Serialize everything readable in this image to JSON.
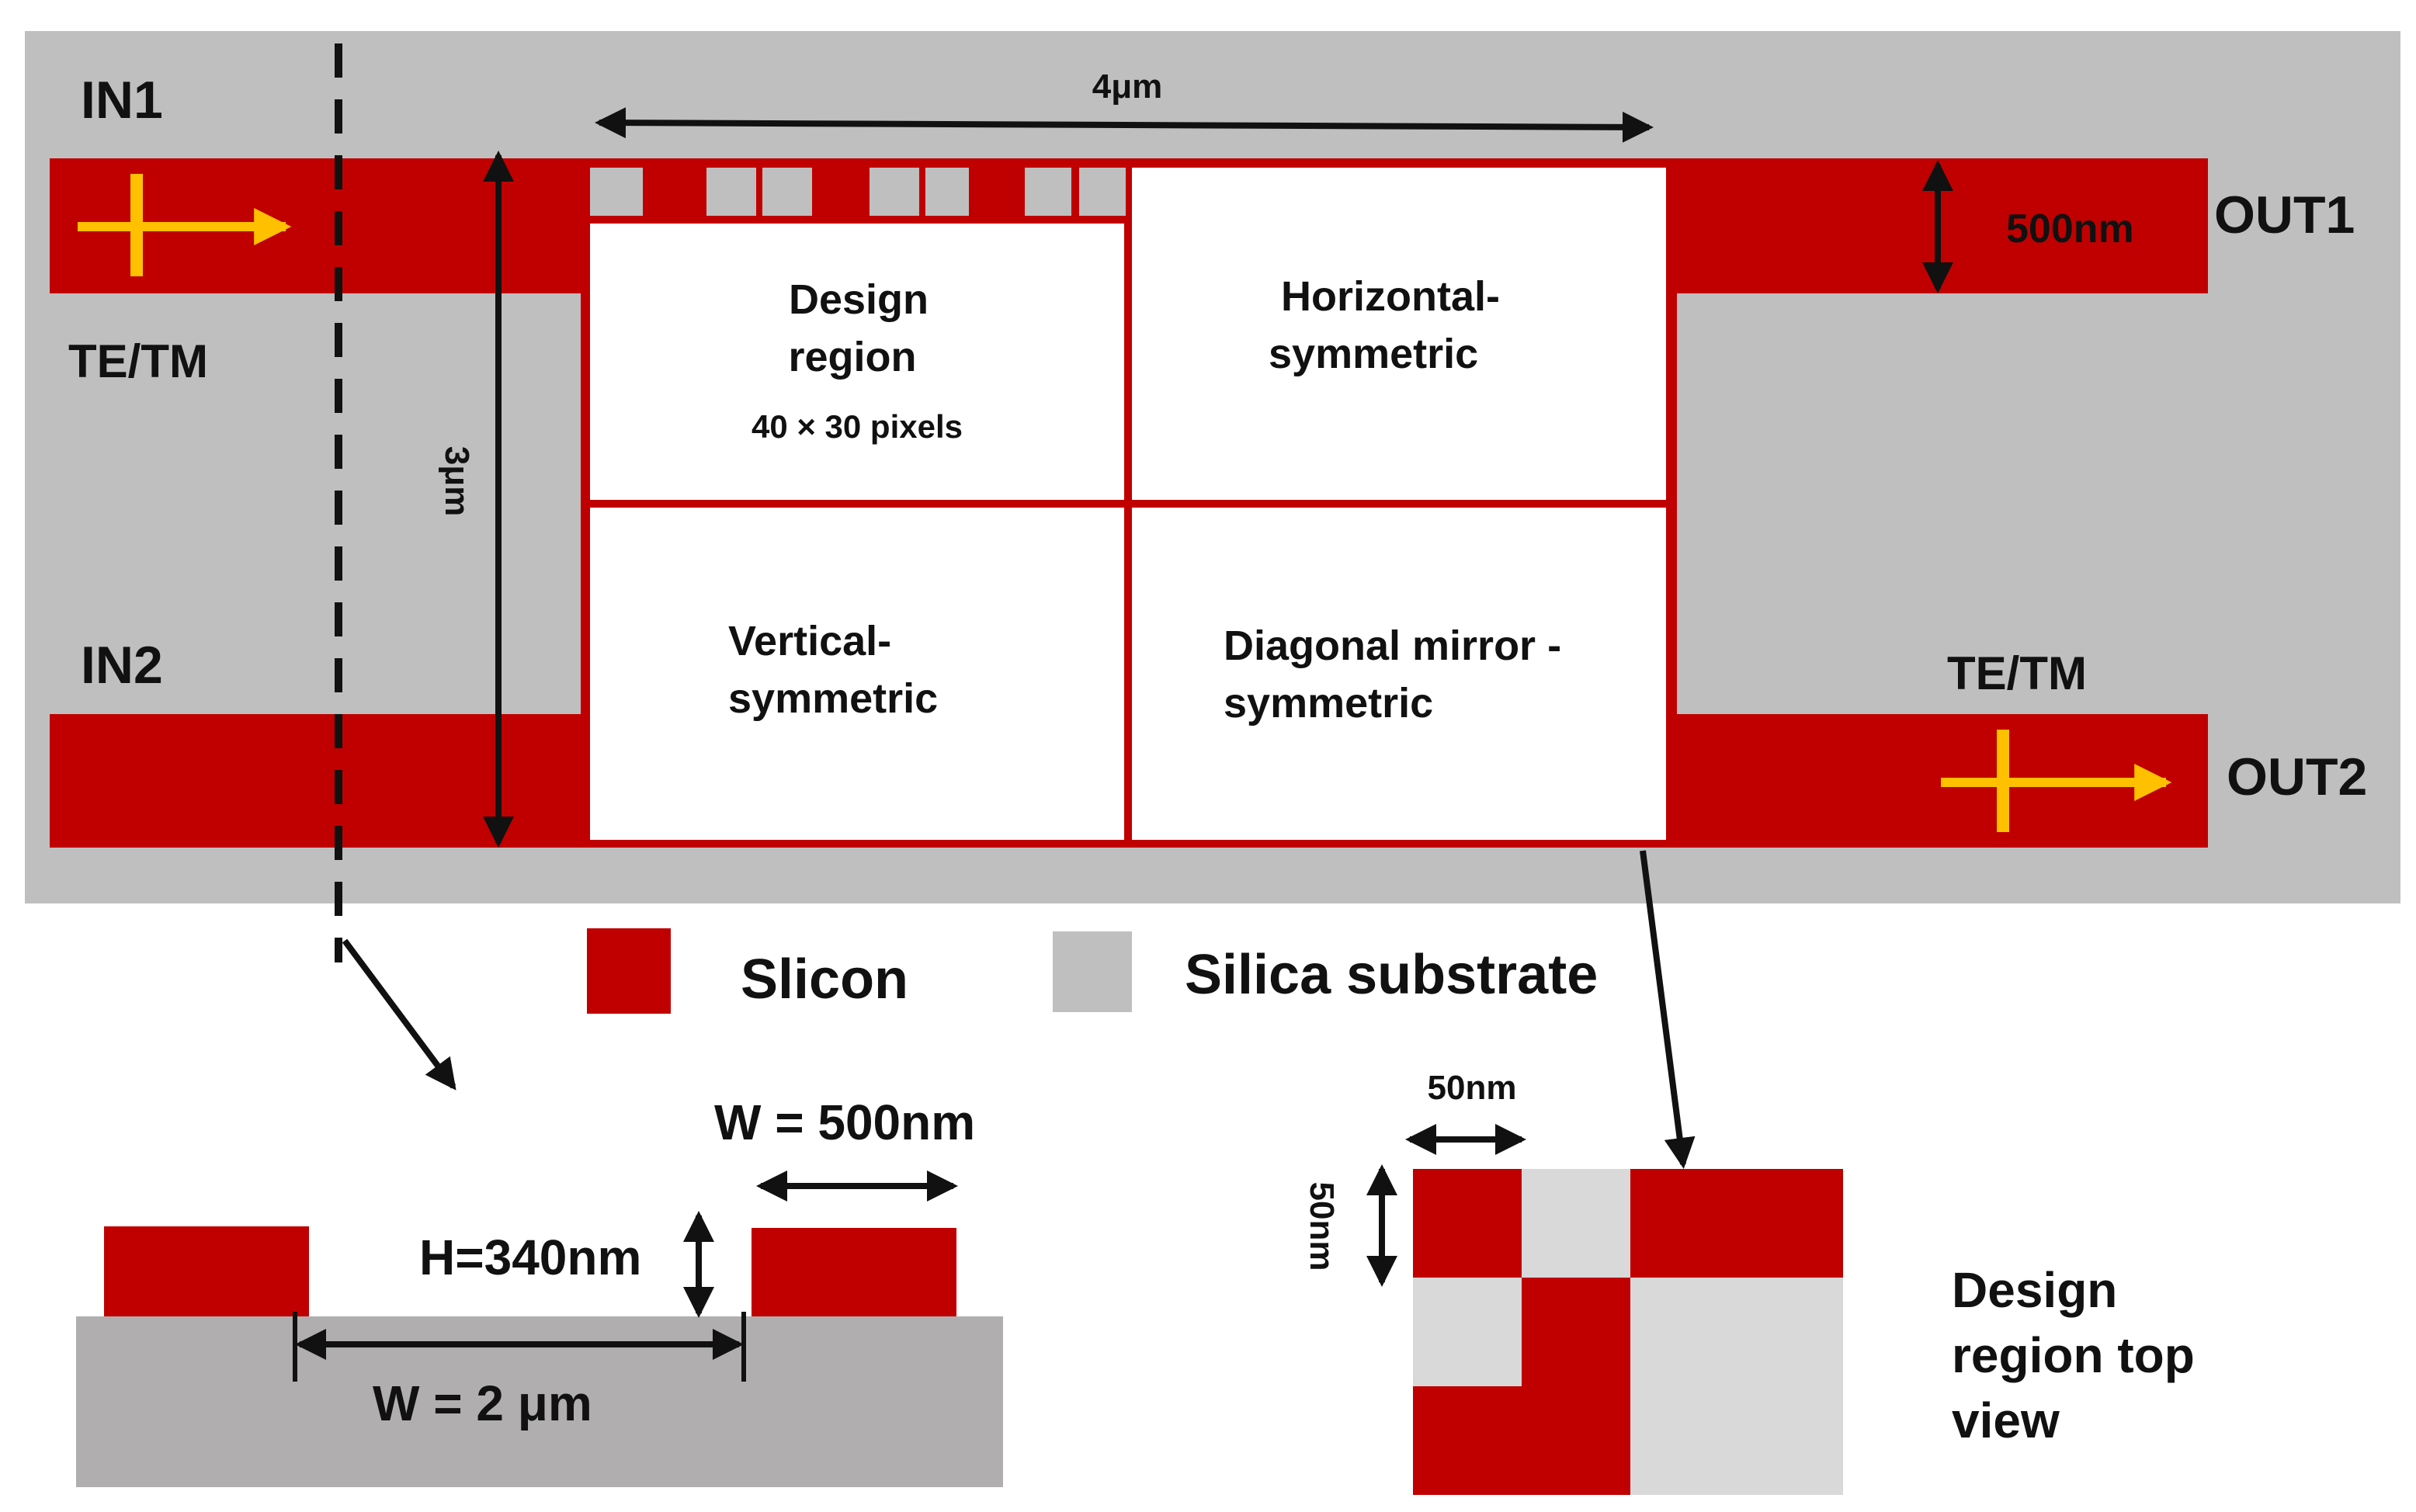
{
  "colors": {
    "silicon": "#c00000",
    "silica": "#bfbfbf",
    "substrate_dark": "#b0aeae",
    "pixel_light": "#d9d9d9",
    "design_fill": "#ffffff",
    "arrow": "#111111",
    "polarization": "#ffc000"
  },
  "ports": {
    "in1": "IN1",
    "in2": "IN2",
    "out1": "OUT1",
    "out2": "OUT2",
    "mode_in": "TE/TM",
    "mode_out": "TE/TM"
  },
  "dimensions": {
    "length": "4μm",
    "height": "3μm",
    "waveguide_width": "500nm"
  },
  "regions": {
    "design_line1": "Design",
    "design_line2": "region",
    "design_pixels": "40 × 30 pixels",
    "horizontal_line1": "Horizontal-",
    "horizontal_line2": "symmetric",
    "vertical_line1": "Vertical-",
    "vertical_line2": "symmetric",
    "diagonal_line1": "Diagonal mirror -",
    "diagonal_line2": "symmetric"
  },
  "legend": {
    "silicon": "Slicon",
    "silica": "Silica substrate"
  },
  "cross_section": {
    "wg_width": "W = 500nm",
    "height": "H=340nm",
    "gap_width": "W = 2 μm"
  },
  "pixel_view": {
    "pixel_width": "50nm",
    "pixel_height": "50nm",
    "title_line1": "Design",
    "title_line2": "region top",
    "title_line3": "view"
  }
}
